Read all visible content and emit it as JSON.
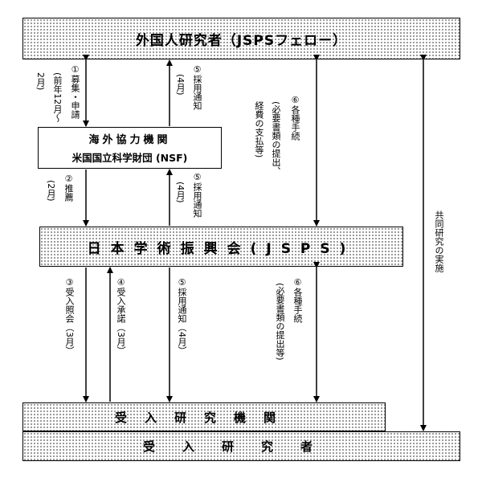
{
  "boxes": {
    "fellow": "外国人研究者（JSPSフェロー）",
    "overseas_line1": "海外協力機関",
    "overseas_line2": "米国国立科学財団 (NSF)",
    "jsps": "日本学術振興会(JSPS)",
    "host_institution": "受入研究機関",
    "host_researcher": "受入研究者"
  },
  "labels": {
    "recruit": "①募集・申請",
    "recruit_when": "(前年12月～",
    "recruit_month": "2月)",
    "notice_top": "⑤採用通知",
    "notice_top_when": "(4月)",
    "procedures_top": "⑥各種手続",
    "procedures_top_detail1": "(必要書類の提出、",
    "procedures_top_detail2": "経費の支払等)",
    "recommend": "②推薦",
    "recommend_when": "(2月)",
    "notice_mid": "⑤採用通知",
    "notice_mid_when": "(4月)",
    "joint_research": "共同研究の実施",
    "inquiry": "③受入照会（3月）",
    "consent": "④受入承諾（3月）",
    "notice_bottom": "⑤採用通知（4月）",
    "procedures_bottom": "⑥各種手続",
    "procedures_bottom_detail": "(必要書類の提出等)"
  }
}
